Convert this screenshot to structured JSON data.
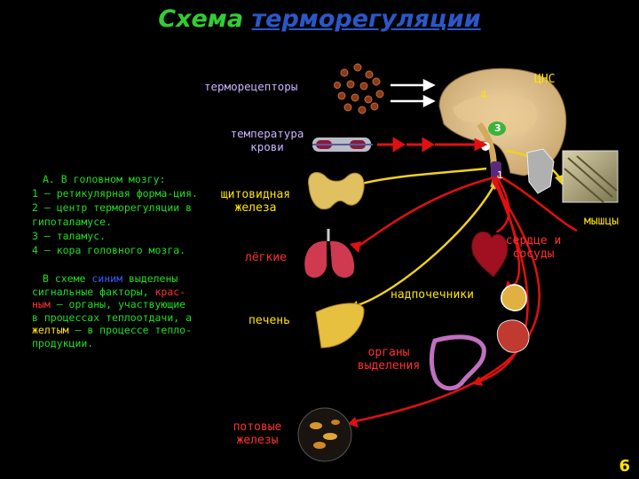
{
  "title": {
    "part1": "Схема ",
    "part2": "терморегуляции"
  },
  "labels": {
    "thermoreceptors": "терморецепторы",
    "cns": "ЦНС",
    "blood_temp_1": "температура",
    "blood_temp_2": "крови",
    "thyroid_1": "щитовидная",
    "thyroid_2": "железа",
    "muscles": "мышцы",
    "lungs": "лёгкие",
    "heart_1": "сердце и",
    "heart_2": "сосуды",
    "adrenals": "надпочечники",
    "liver": "печень",
    "excretion_1": "органы",
    "excretion_2": "выделения",
    "sweat_1": "потовые",
    "sweat_2": "железы"
  },
  "brain_markers": {
    "m4": "4",
    "m3": "3",
    "m1": "1"
  },
  "legend": [
    "А. В головном мозгу:",
    "1 – ретикулярная форма-ция.",
    "2 – центр терморегуляции в",
    "гипоталамусе.",
    "3 – таламус.",
    "4 – кора головного мозга."
  ],
  "note": {
    "line1_a": "В схеме ",
    "line1_b": "синим",
    "line1_c": " выделены",
    "line2_a": "сигнальные факторы, ",
    "line2_b": "крас-",
    "line3_a": "ным",
    "line3_b": " – органы, участвующие",
    "line4": "в процессах теплоотдачи, а",
    "line5_a": "желтым",
    "line5_b": " – в процессе тепло-",
    "line6": "продукции."
  },
  "page_number": "6",
  "colors": {
    "red_arrows": "#e01010",
    "yellow_arrows": "#f0d020",
    "blue": "#2b57c8",
    "green": "#33cc33"
  }
}
